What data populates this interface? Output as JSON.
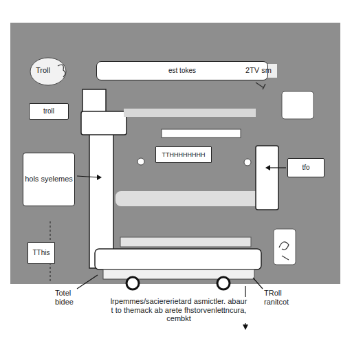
{
  "diagram": {
    "caption": "lrpemmes/saciererietard asmictler. abaurt to themack ab arete fhstorvenlettncura,cembkt",
    "nodes": [
      {
        "text": [
          "est tokes"
        ]
      },
      {
        "text": [
          "troll"
        ]
      },
      {
        "text": [
          "TTHHHHHHHH"
        ]
      },
      {
        "text": [
          "hols syelemes"
        ]
      },
      {
        "text": [
          "tfo"
        ]
      },
      {
        "text": [
          "TThis"
        ]
      }
    ],
    "labels": [
      "Troll",
      "2TV sm",
      "Totel bidee",
      "TRoll ranitcot"
    ]
  }
}
